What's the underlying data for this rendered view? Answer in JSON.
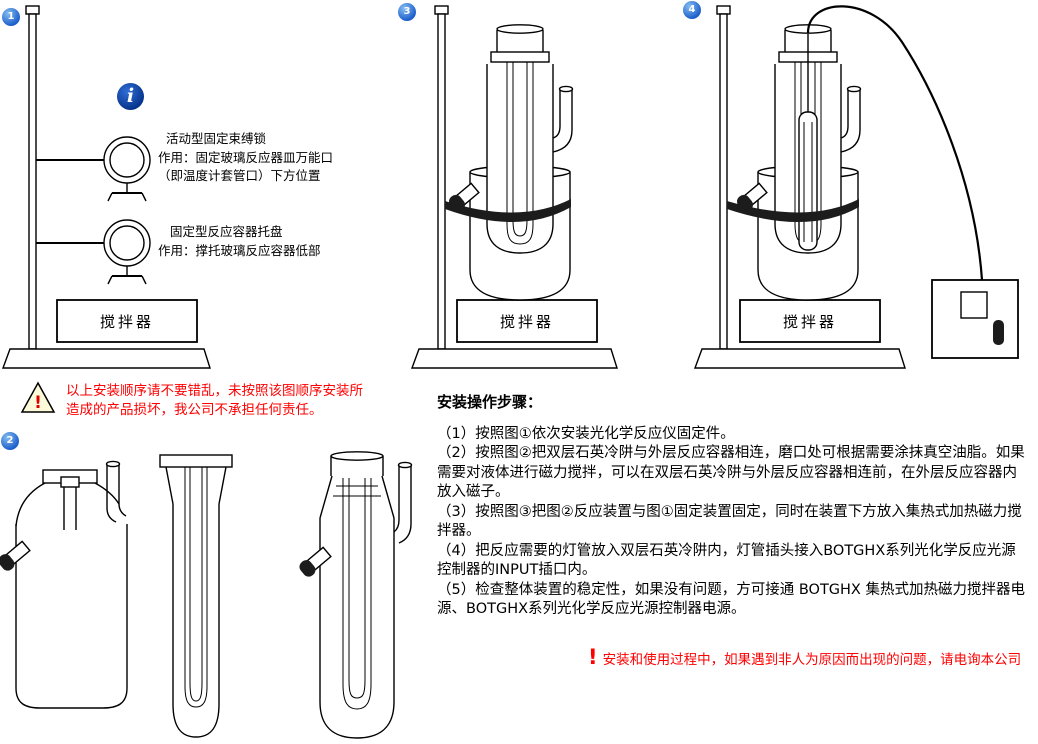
{
  "badges": {
    "p1": "1",
    "p2": "2",
    "p3": "3",
    "p4": "4"
  },
  "panel1": {
    "info_icon_glyph": "i",
    "clamp_label": "活动型固定束缚锁",
    "clamp_desc_line1": "作用：固定玻璃反应器皿万能口",
    "clamp_desc_line2": "（即温度计套管口）下方位置",
    "ring_label": "固定型反应容器托盘",
    "ring_desc": "作用：撑托玻璃反应容器低部",
    "stirrer_label": "搅拌器"
  },
  "panel3": {
    "stirrer_label": "搅拌器"
  },
  "panel4": {
    "stirrer_label": "搅拌器"
  },
  "warning_top": {
    "icon_glyph": "!",
    "line1": "以上安装顺序请不要错乱，未按照该图顺序安装所",
    "line2": "造成的产品损坏，我公司不承担任何责任。"
  },
  "steps": {
    "title": "安装操作步骤：",
    "items": [
      "（1）按照图①依次安装光化学反应仪固定件。",
      "（2）按照图②把双层石英冷阱与外层反应容器相连，磨口处可根据需要涂抹真空油脂。如果需要对液体进行磁力搅拌，可以在双层石英冷阱与外层反应容器相连前，在外层反应容器内放入磁子。",
      "（3）按照图③把图②反应装置与图①固定装置固定，同时在装置下方放入集热式加热磁力搅拌器。",
      "（4）把反应需要的灯管放入双层石英冷阱内，灯管插头接入BOTGHX系列光化学反应光源控制器的INPUT插口内。",
      "（5）检查整体装置的稳定性，如果没有问题，方可接通 BOTGHX 集热式加热磁力搅拌器电源、BOTGHX系列光化学反应光源控制器电源。"
    ]
  },
  "warning_bottom": {
    "icon_glyph": "!",
    "text": "安装和使用过程中，如果遇到非人为原因而出现的问题，请电询本公司"
  },
  "colors": {
    "warning_red": "#ff0000",
    "badge_blue": "#1b5ecb",
    "info_blue": "#032f86",
    "line_black": "#000000"
  }
}
